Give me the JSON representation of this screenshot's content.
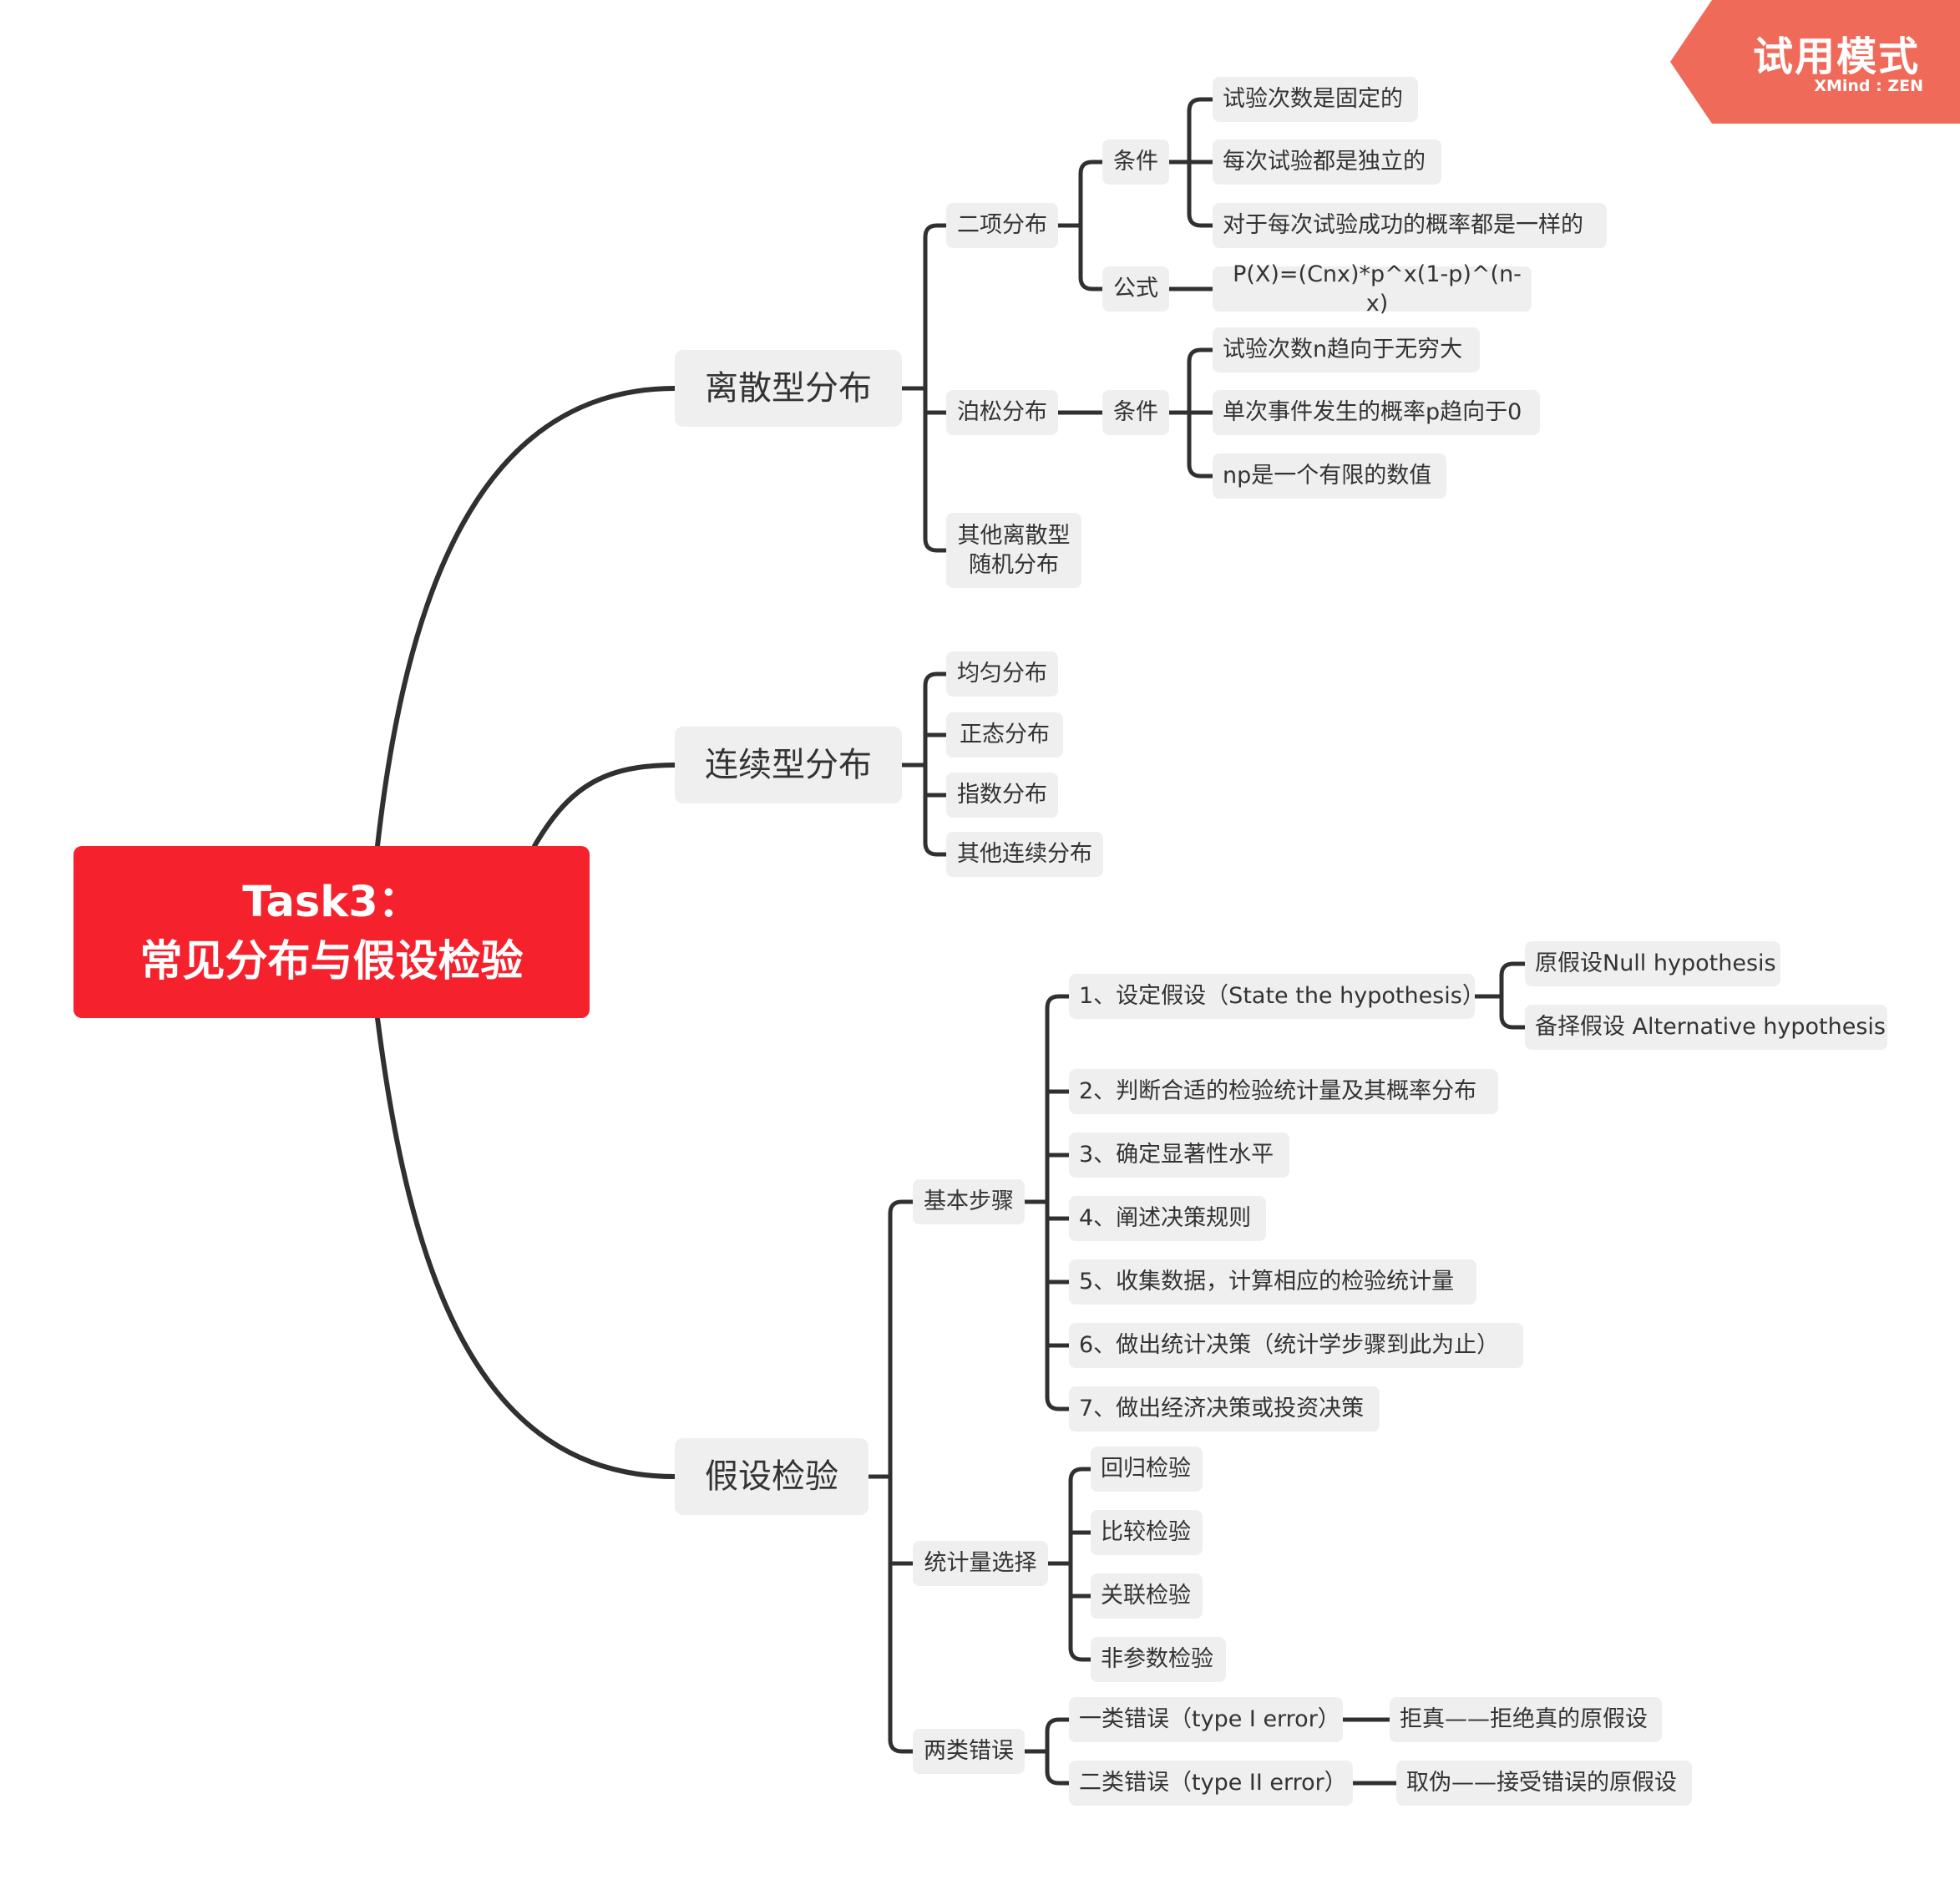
{
  "badge": {
    "title": "试用模式",
    "subtitle": "XMind : ZEN"
  },
  "root": {
    "line1": "Task3：",
    "line2": "常见分布与假设检验"
  },
  "branches": {
    "discrete": "离散型分布",
    "continuous": "连续型分布",
    "hypothesis": "假设检验"
  },
  "discrete": {
    "binomial": "二项分布",
    "binomial_condition": "条件",
    "binomial_conditions": [
      "试验次数是固定的",
      "每次试验都是独立的",
      "对于每次试验成功的概率都是一样的"
    ],
    "binomial_formula_label": "公式",
    "binomial_formula": "P(X)=(Cnx)*p^x(1-p)^(n-x)",
    "poisson": "泊松分布",
    "poisson_condition": "条件",
    "poisson_conditions": [
      "试验次数n趋向于无穷大",
      "单次事件发生的概率p趋向于0",
      "np是一个有限的数值"
    ],
    "other": "其他离散型\n随机分布"
  },
  "continuous": {
    "items": [
      "均匀分布",
      "正态分布",
      "指数分布",
      "其他连续分布"
    ]
  },
  "hypothesis": {
    "steps": "基本步骤",
    "step_items": [
      "1、设定假设（State the hypothesis）",
      "2、判断合适的检验统计量及其概率分布",
      "3、确定显著性水平",
      "4、阐述决策规则",
      "5、收集数据，计算相应的检验统计量",
      "6、做出统计决策（统计学步骤到此为止）",
      "7、做出经济决策或投资决策"
    ],
    "step1_children": [
      "原假设Null hypothesis",
      "备择假设 Alternative hypothesis"
    ],
    "stat_select": "统计量选择",
    "stat_items": [
      "回归检验",
      "比较检验",
      "关联检验",
      "非参数检验"
    ],
    "errors": "两类错误",
    "error_items": [
      "一类错误（type I error）",
      "二类错误（type II error）"
    ],
    "error_desc": [
      "拒真——拒绝真的原假设",
      "取伪——接受错误的原假设"
    ]
  }
}
